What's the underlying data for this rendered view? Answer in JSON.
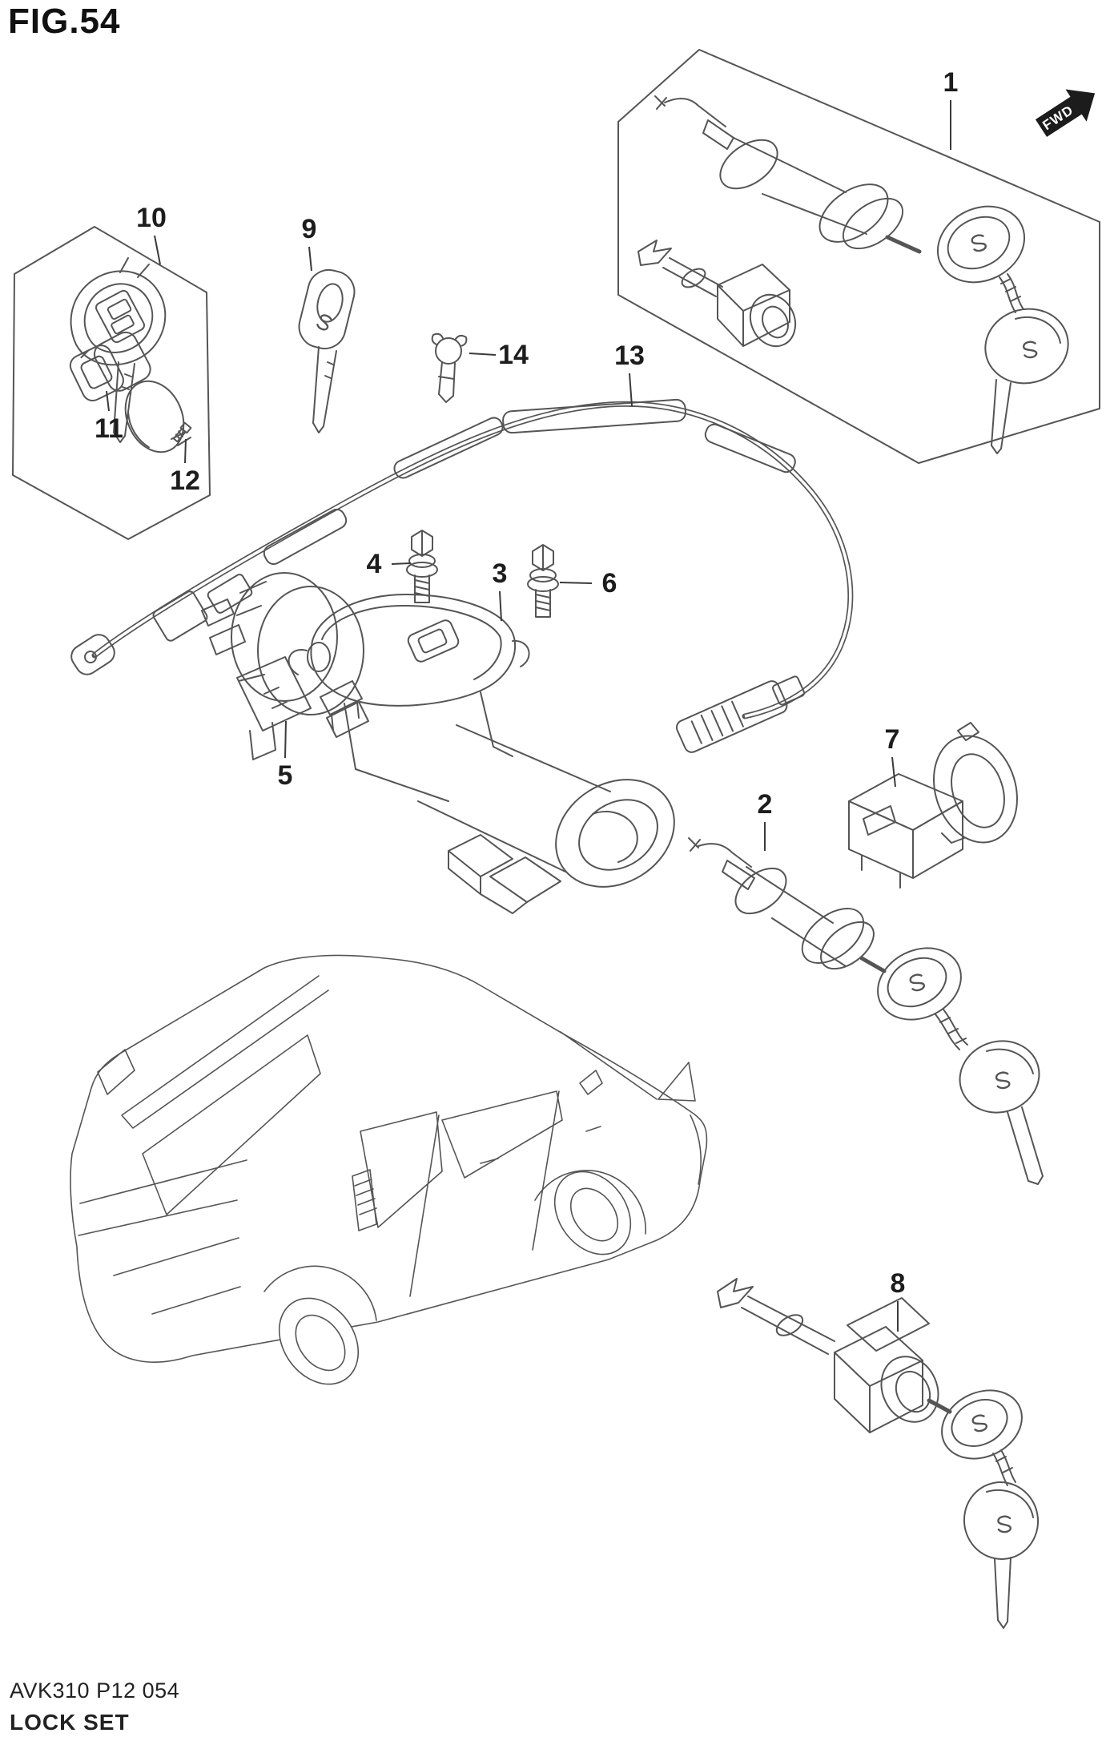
{
  "figure": {
    "title": "FIG.54"
  },
  "direction_indicator": {
    "label": "FWD"
  },
  "callouts": [
    {
      "number": "1"
    },
    {
      "number": "2"
    },
    {
      "number": "3"
    },
    {
      "number": "4"
    },
    {
      "number": "5"
    },
    {
      "number": "6"
    },
    {
      "number": "7"
    },
    {
      "number": "8"
    },
    {
      "number": "9"
    },
    {
      "number": "10"
    },
    {
      "number": "11"
    },
    {
      "number": "12"
    },
    {
      "number": "13"
    },
    {
      "number": "14"
    }
  ],
  "footer": {
    "code": "AVK310 P12 054",
    "caption": "LOCK SET"
  },
  "colors": {
    "line": "#555555",
    "label_text": "#1d1d1d",
    "background": "#ffffff",
    "fwd_fill": "#1c1c1c"
  }
}
